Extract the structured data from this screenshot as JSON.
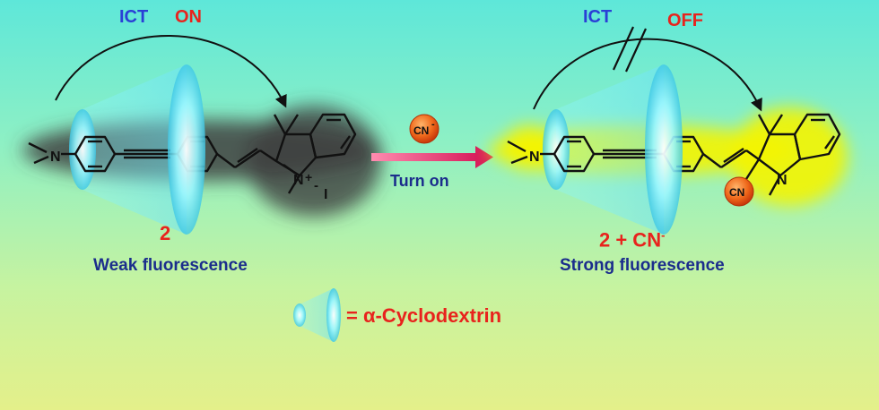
{
  "left": {
    "ict_label": "ICT",
    "ict_state": "ON",
    "compound_number": "2",
    "caption": "Weak fluorescence",
    "atoms": {
      "amine_n": "N",
      "indolium_n": "N",
      "charge": "+",
      "counter_minus": "-",
      "counter_ion": "I"
    }
  },
  "right": {
    "ict_label": "ICT",
    "ict_state": "OFF",
    "compound_label": "2 + CN",
    "compound_sup": "-",
    "caption": "Strong fluorescence",
    "atoms": {
      "amine_n": "N",
      "indoline_n": "N",
      "cn_badge": "CN"
    }
  },
  "middle": {
    "reagent": "CN",
    "reagent_sup": "-",
    "arrow_text": "Turn on"
  },
  "legend": {
    "text": "= α-Cyclodextrin"
  },
  "colors": {
    "blue_text": "#2a3fd6",
    "red_text": "#e8231d",
    "navy_text": "#1b2d8c",
    "glow_left": "#4a4a4a",
    "glow_right": "#f2f200",
    "arrow": "#e0336a"
  }
}
